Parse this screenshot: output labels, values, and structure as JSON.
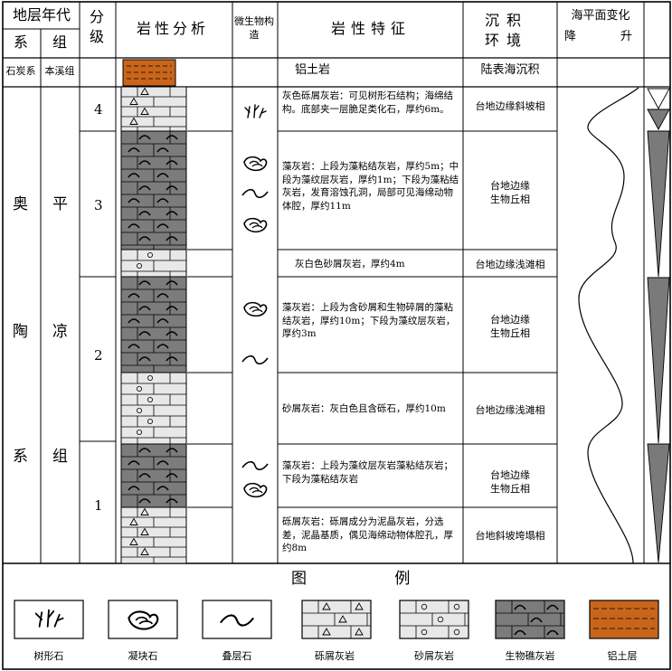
{
  "header": {
    "stratigraphy": "地层年代",
    "system": "系",
    "group": "组",
    "grade": "分级",
    "lithology_analysis": "岩性分析",
    "microbial_structure": "微生物构造",
    "lithology_features": "岩性特征",
    "sedimentary_environment": "沉积环境",
    "sea_level_change": "海平面变化",
    "fall": "降",
    "rise": "升"
  },
  "carboniferous_row": {
    "system": "石炭系",
    "group": "本溪组",
    "feature": "铝土岩",
    "environment": "陆表海沉积"
  },
  "main_rows": {
    "system": [
      "奥",
      "陶",
      "系"
    ],
    "group": [
      "平",
      "凉",
      "组"
    ],
    "grades": [
      "4",
      "3",
      "2",
      "1"
    ]
  },
  "layers": [
    {
      "lith": "rudstone",
      "feature": "灰色砾屑灰岩：可见树形石结构；海绵结构。底部夹一层脆足类化石，厚约6m。",
      "environment": "台地边缘斜坡相",
      "microbial": [
        "dendrolite"
      ]
    },
    {
      "lith": "reef",
      "feature": "藻灰岩：上段为藻粘结灰岩，厚约5m；中段为藻纹层灰岩，厚约1m；下段为藻粘结灰岩，发育溶蚀孔洞，局部可见海绵动物体腔，厚约11m",
      "environment": "台地边缘\n生物丘相",
      "microbial": [
        "thrombolite",
        "stromatolite",
        "thrombolite"
      ]
    },
    {
      "lith": "grainstone",
      "feature": "灰白色砂屑灰岩，厚约4m",
      "environment": "台地边缘浅滩相",
      "microbial": []
    },
    {
      "lith": "reef",
      "feature": "藻灰岩：上段为含砂屑和生物碎屑的藻粘结灰岩，厚约10m；下段为藻纹层灰岩，厚约3m",
      "environment": "台地边缘\n生物丘相",
      "microbial": [
        "thrombolite",
        "stromatolite"
      ]
    },
    {
      "lith": "grainstone",
      "feature": "砂屑灰岩：灰白色且含砾石，厚约10m",
      "environment": "台地边缘浅滩相",
      "microbial": []
    },
    {
      "lith": "reef",
      "feature": "藻灰岩：上段为藻纹层灰岩藻粘结灰岩；下段为藻粘结灰岩",
      "environment": "台地边缘\n生物丘相",
      "microbial": [
        "stromatolite",
        "thrombolite"
      ]
    },
    {
      "lith": "rudstone",
      "feature": "砾屑灰岩：砾屑成分为泥晶灰岩，分选差，泥晶基质，偶见海绵动物体腔孔，厚约8m",
      "environment": "台地斜坡垮塌相",
      "microbial": []
    }
  ],
  "legend": {
    "title": "图 例",
    "items": [
      "树形石",
      "凝块石",
      "叠层石",
      "砾屑灰岩",
      "砂屑灰岩",
      "生物礁灰岩",
      "铝土层"
    ]
  },
  "colors": {
    "reef_fill": "#7c7c7c",
    "light_fill": "#e8e8e8",
    "bauxite_fill": "#c8651b"
  }
}
